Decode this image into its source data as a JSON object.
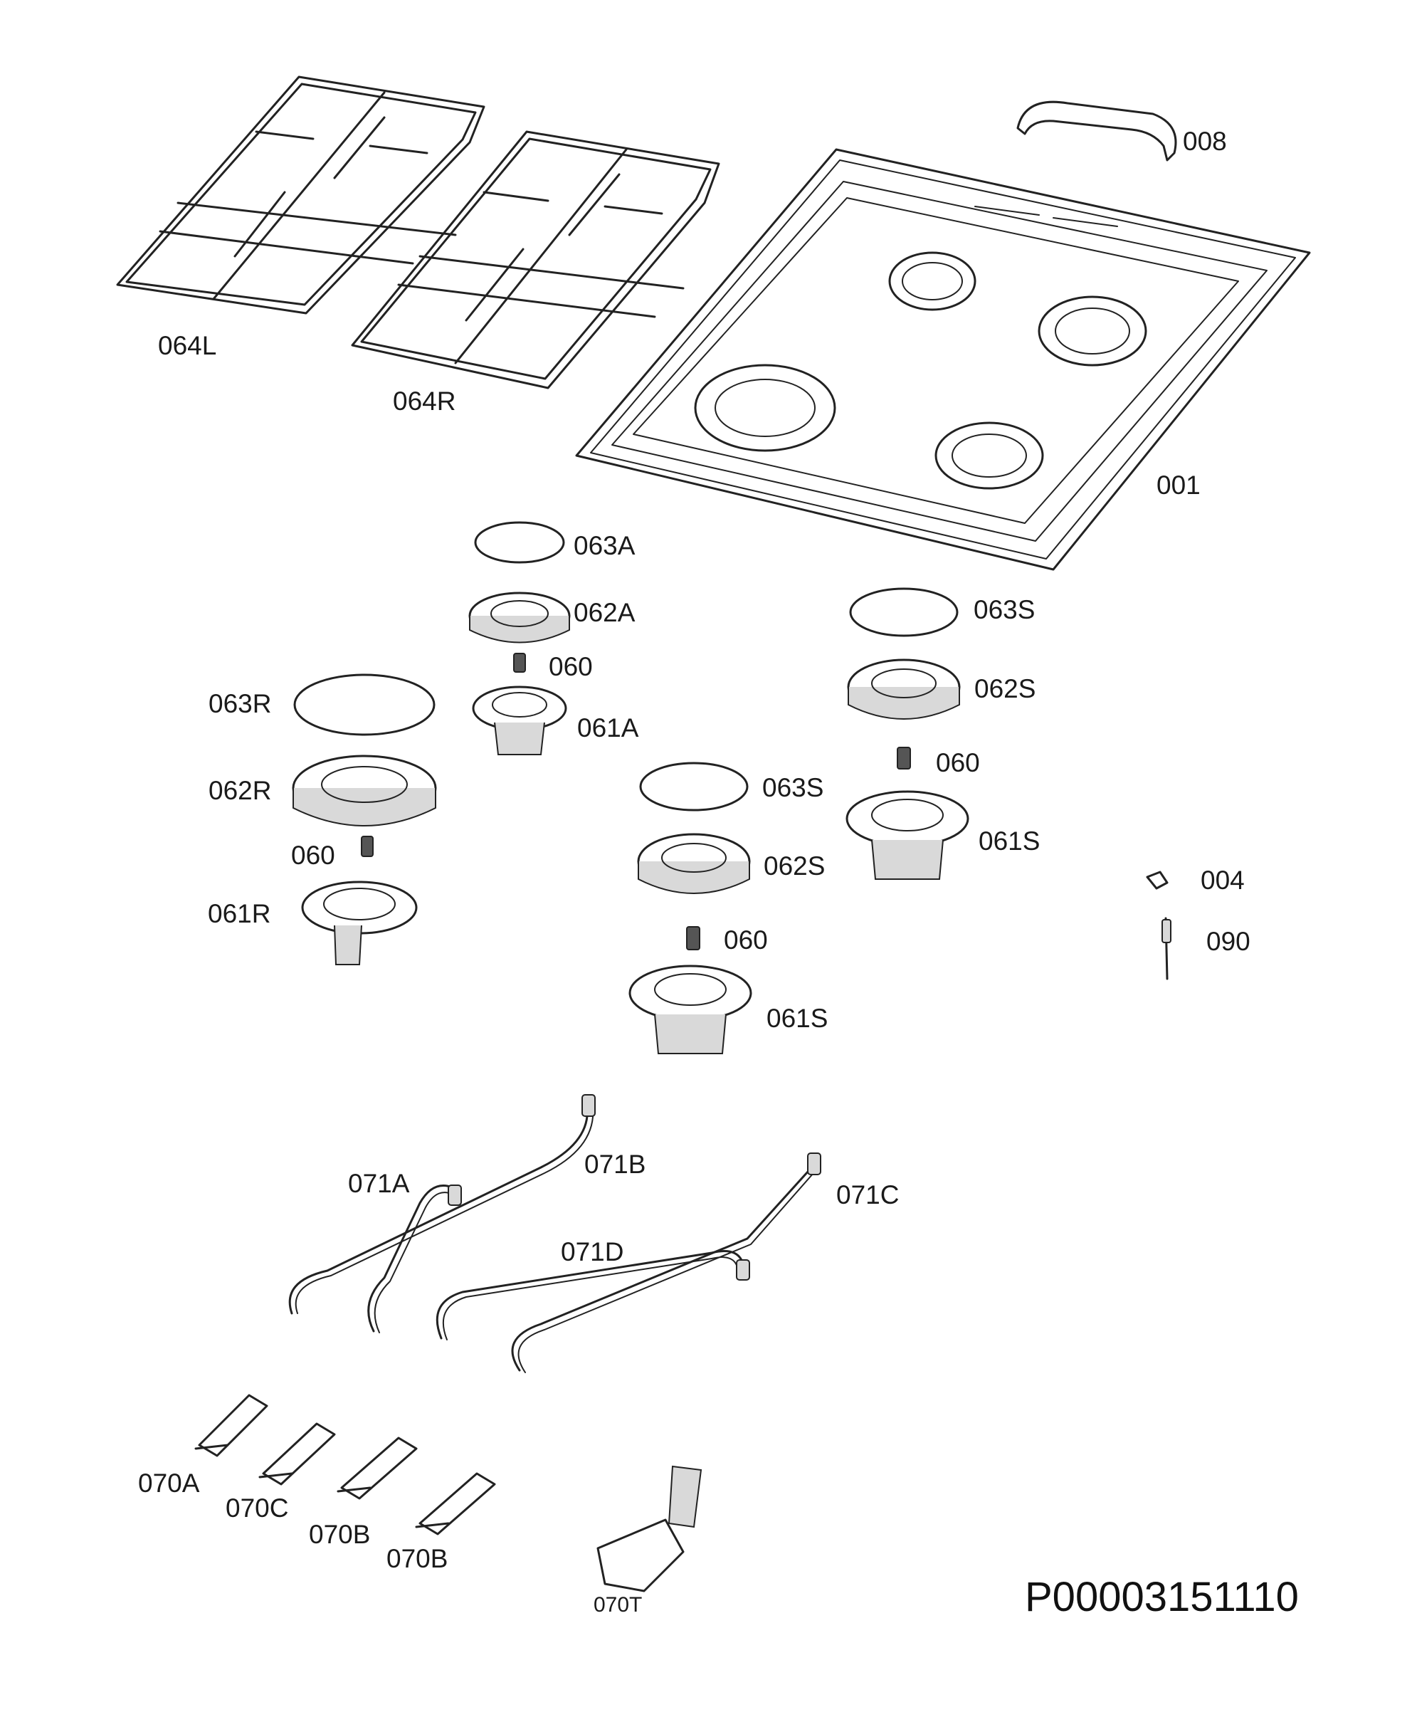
{
  "document_id": "P00003151110",
  "parts": {
    "grid_left": "064L",
    "grid_right": "064R",
    "handle": "008",
    "hob_top": "001",
    "cap_a": "063A",
    "crown_a": "062A",
    "injector_a": "060",
    "body_a": "061A",
    "cap_s_right": "063S",
    "crown_s_right": "062S",
    "injector_s_right": "060",
    "body_s_right": "061S",
    "cap_r": "063R",
    "crown_r": "062R",
    "injector_r": "060",
    "body_r": "061R",
    "cap_s_mid": "063S",
    "crown_s_mid": "062S",
    "injector_s_mid": "060",
    "body_s_mid": "061S",
    "clip": "004",
    "thermocouple": "090",
    "pipe_071a": "071A",
    "pipe_071b": "071B",
    "pipe_071c": "071C",
    "pipe_071d": "071D",
    "valve_070a": "070A",
    "valve_070c": "070C",
    "valve_070b_1": "070B",
    "valve_070b_2": "070B",
    "valve_070t": "070T"
  }
}
